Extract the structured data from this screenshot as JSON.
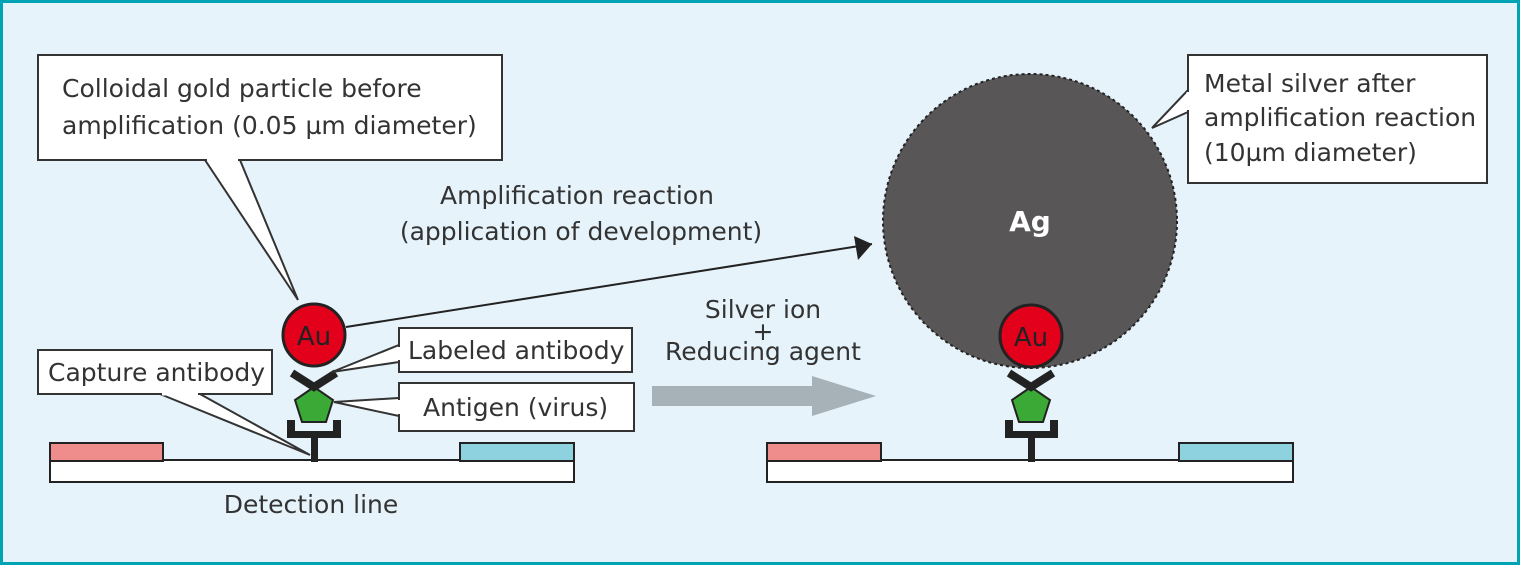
{
  "labels": {
    "gold_particle_line1": "Colloidal gold particle before",
    "gold_particle_line2": "amplification (0.05 µm diameter)",
    "silver_line1": "Metal silver after",
    "silver_line2": "amplification reaction",
    "silver_line3": "(10µm diameter)",
    "amp_reaction_line1": "Amplification reaction",
    "amp_reaction_line2": "(application of development)",
    "silver_ion": "Silver ion",
    "plus": "+",
    "reducing_agent": "Reducing agent",
    "labeled_antibody": "Labeled antibody",
    "capture_antibody": "Capture antibody",
    "antigen": "Antigen (virus)",
    "detection_line": "Detection line",
    "au_left": "Au",
    "au_right": "Au",
    "ag": "Ag"
  },
  "colors": {
    "frame": "#00a3b4",
    "background": "#e6f3fb",
    "gold": "#e3001b",
    "silver": "#595657",
    "antigen": "#3aa935",
    "pad_pink": "#ef8d8d",
    "pad_blue": "#8fd2df",
    "arrow_gray": "#a7b1b8"
  }
}
